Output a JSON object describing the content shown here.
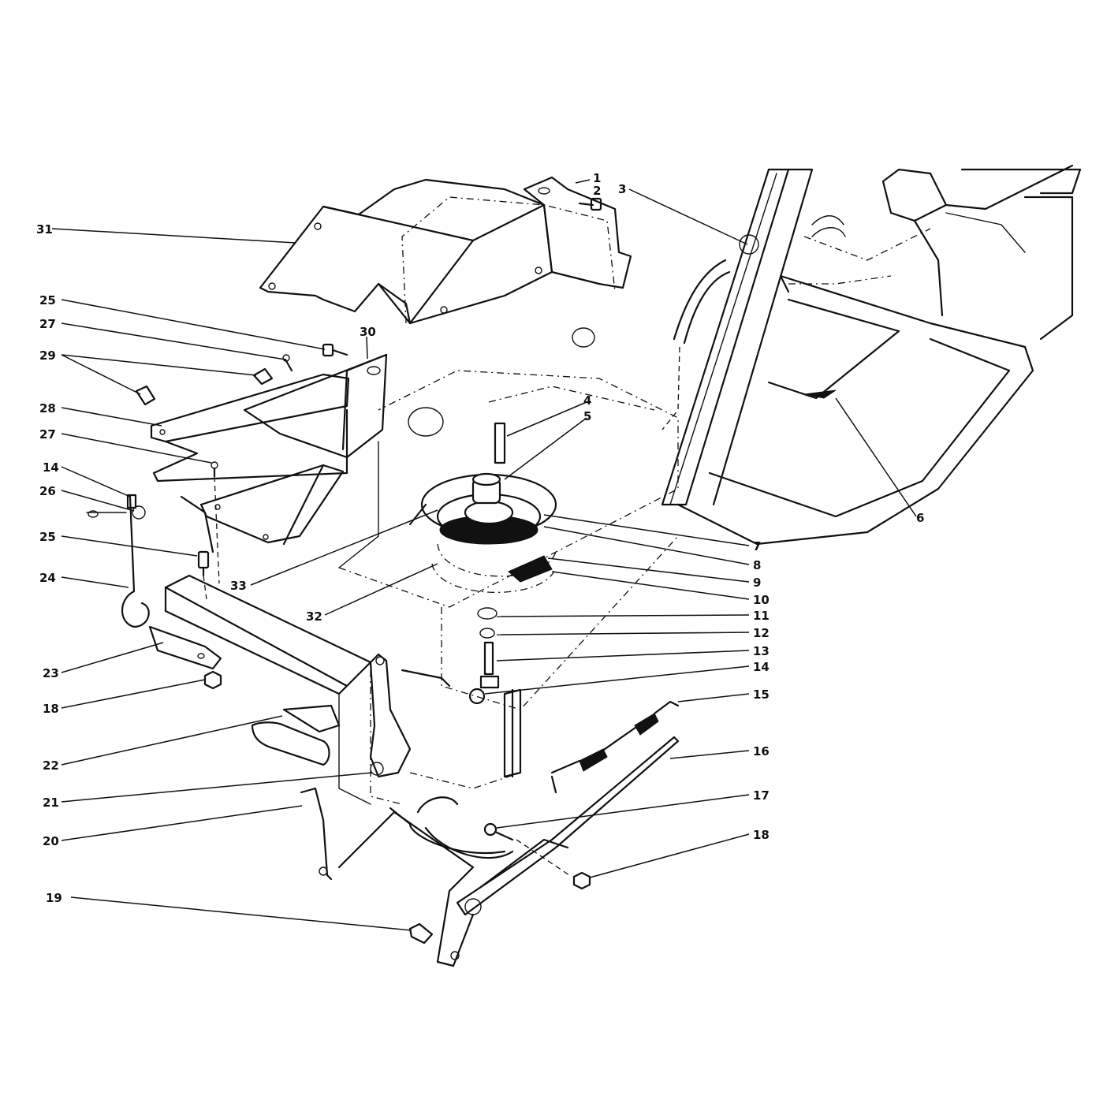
{
  "diagram": {
    "type": "exploded-parts-view",
    "callouts": [
      {
        "id": "c1",
        "label": "1"
      },
      {
        "id": "c2",
        "label": "2"
      },
      {
        "id": "c3",
        "label": "3"
      },
      {
        "id": "c4",
        "label": "4"
      },
      {
        "id": "c5",
        "label": "5"
      },
      {
        "id": "c6",
        "label": "6"
      },
      {
        "id": "c7",
        "label": "7"
      },
      {
        "id": "c8",
        "label": "8"
      },
      {
        "id": "c9",
        "label": "9"
      },
      {
        "id": "c10",
        "label": "10"
      },
      {
        "id": "c11",
        "label": "11"
      },
      {
        "id": "c12",
        "label": "12"
      },
      {
        "id": "c13",
        "label": "13"
      },
      {
        "id": "c14a",
        "label": "14"
      },
      {
        "id": "c15",
        "label": "15"
      },
      {
        "id": "c16",
        "label": "16"
      },
      {
        "id": "c17",
        "label": "17"
      },
      {
        "id": "c18a",
        "label": "18"
      },
      {
        "id": "c19",
        "label": "19"
      },
      {
        "id": "c20",
        "label": "20"
      },
      {
        "id": "c21",
        "label": "21"
      },
      {
        "id": "c22",
        "label": "22"
      },
      {
        "id": "c18b",
        "label": "18"
      },
      {
        "id": "c23",
        "label": "23"
      },
      {
        "id": "c24",
        "label": "24"
      },
      {
        "id": "c25a",
        "label": "25"
      },
      {
        "id": "c26",
        "label": "26"
      },
      {
        "id": "c14b",
        "label": "14"
      },
      {
        "id": "c27a",
        "label": "27"
      },
      {
        "id": "c28",
        "label": "28"
      },
      {
        "id": "c29",
        "label": "29"
      },
      {
        "id": "c27b",
        "label": "27"
      },
      {
        "id": "c25b",
        "label": "25"
      },
      {
        "id": "c31",
        "label": "31"
      },
      {
        "id": "c30",
        "label": "30"
      },
      {
        "id": "c33",
        "label": "33"
      },
      {
        "id": "c32",
        "label": "32"
      }
    ]
  }
}
